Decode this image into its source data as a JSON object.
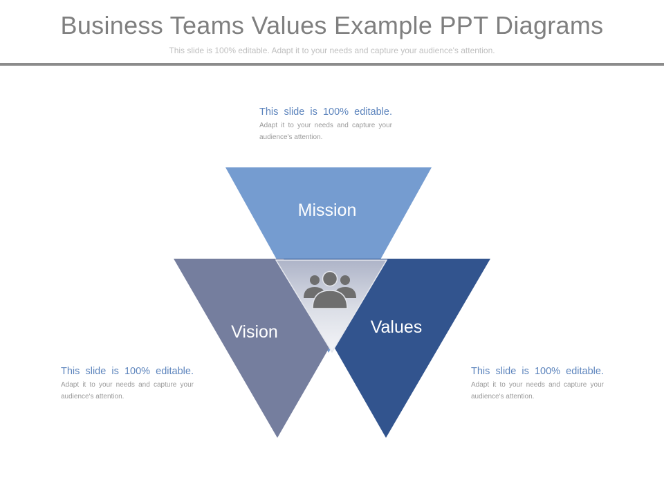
{
  "header": {
    "title": "Business Teams Values Example PPT Diagrams",
    "subtitle": "This slide is 100% editable. Adapt it to your needs and capture your audience's attention."
  },
  "segments": {
    "mission": {
      "label": "Mission",
      "color": "#759cd0"
    },
    "vision": {
      "label": "Vision",
      "color": "#757e9e"
    },
    "values": {
      "label": "Values",
      "color": "#32548e"
    }
  },
  "center": {
    "icon": "team-icon",
    "color": "#6e6e6e"
  },
  "descriptions": {
    "mission": {
      "lead": "This slide is 100% editable.",
      "rest": "Adapt it to your needs and capture your audience's attention."
    },
    "vision": {
      "lead": "This slide is 100% editable.",
      "rest": "Adapt it to your needs and capture your audience's attention."
    },
    "values": {
      "lead": "This slide is 100% editable.",
      "rest": "Adapt it to your needs and capture your audience's attention."
    }
  }
}
